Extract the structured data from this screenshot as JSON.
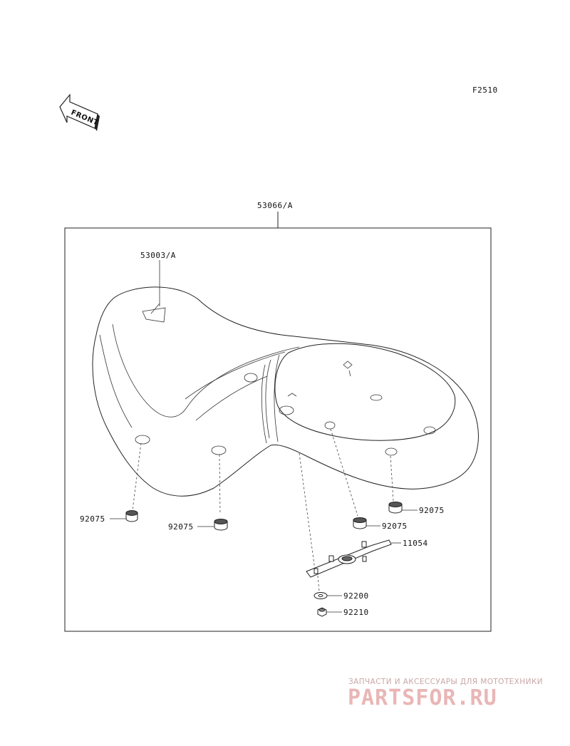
{
  "diagram": {
    "code": "F2510",
    "front_label": "FRONT",
    "assembly_part": "53066/A",
    "parts": {
      "cover": "53003/A",
      "damper_left": "92075",
      "damper_middle": "92075",
      "damper_right_upper": "92075",
      "damper_right_lower": "92075",
      "bracket": "11054",
      "washer": "92200",
      "nut": "92210"
    }
  },
  "watermark": {
    "tagline": "ЗАПЧАСТИ И АКСЕССУАРЫ ДЛЯ МОТОТЕХНИКИ",
    "logo": "PARTSFOR.RU"
  },
  "colors": {
    "line": "#222222",
    "watermark": "#e9b6b6"
  }
}
